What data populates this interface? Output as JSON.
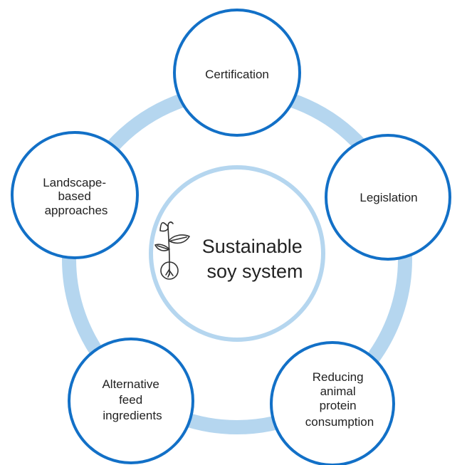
{
  "colors": {
    "ring": "#b5d6ef",
    "node_border": "#1270c7",
    "center_border": "#b5d6ef",
    "text": "#222222",
    "background": "#ffffff"
  },
  "center": {
    "lines": [
      "Sustainable",
      "soy system"
    ],
    "icon": "sprouting-plant-icon"
  },
  "nodes": [
    {
      "id": "certification",
      "lines": [
        "Certification"
      ]
    },
    {
      "id": "legislation",
      "lines": [
        "Legislation"
      ]
    },
    {
      "id": "reducing-animal-protein",
      "lines": [
        "Reducing",
        "animal",
        "protein",
        "consumption"
      ]
    },
    {
      "id": "alternative-feed",
      "lines": [
        "Alternative",
        "feed",
        "ingredients"
      ]
    },
    {
      "id": "landscape-based",
      "lines": [
        "Landscape-",
        "based",
        "approaches"
      ]
    }
  ]
}
